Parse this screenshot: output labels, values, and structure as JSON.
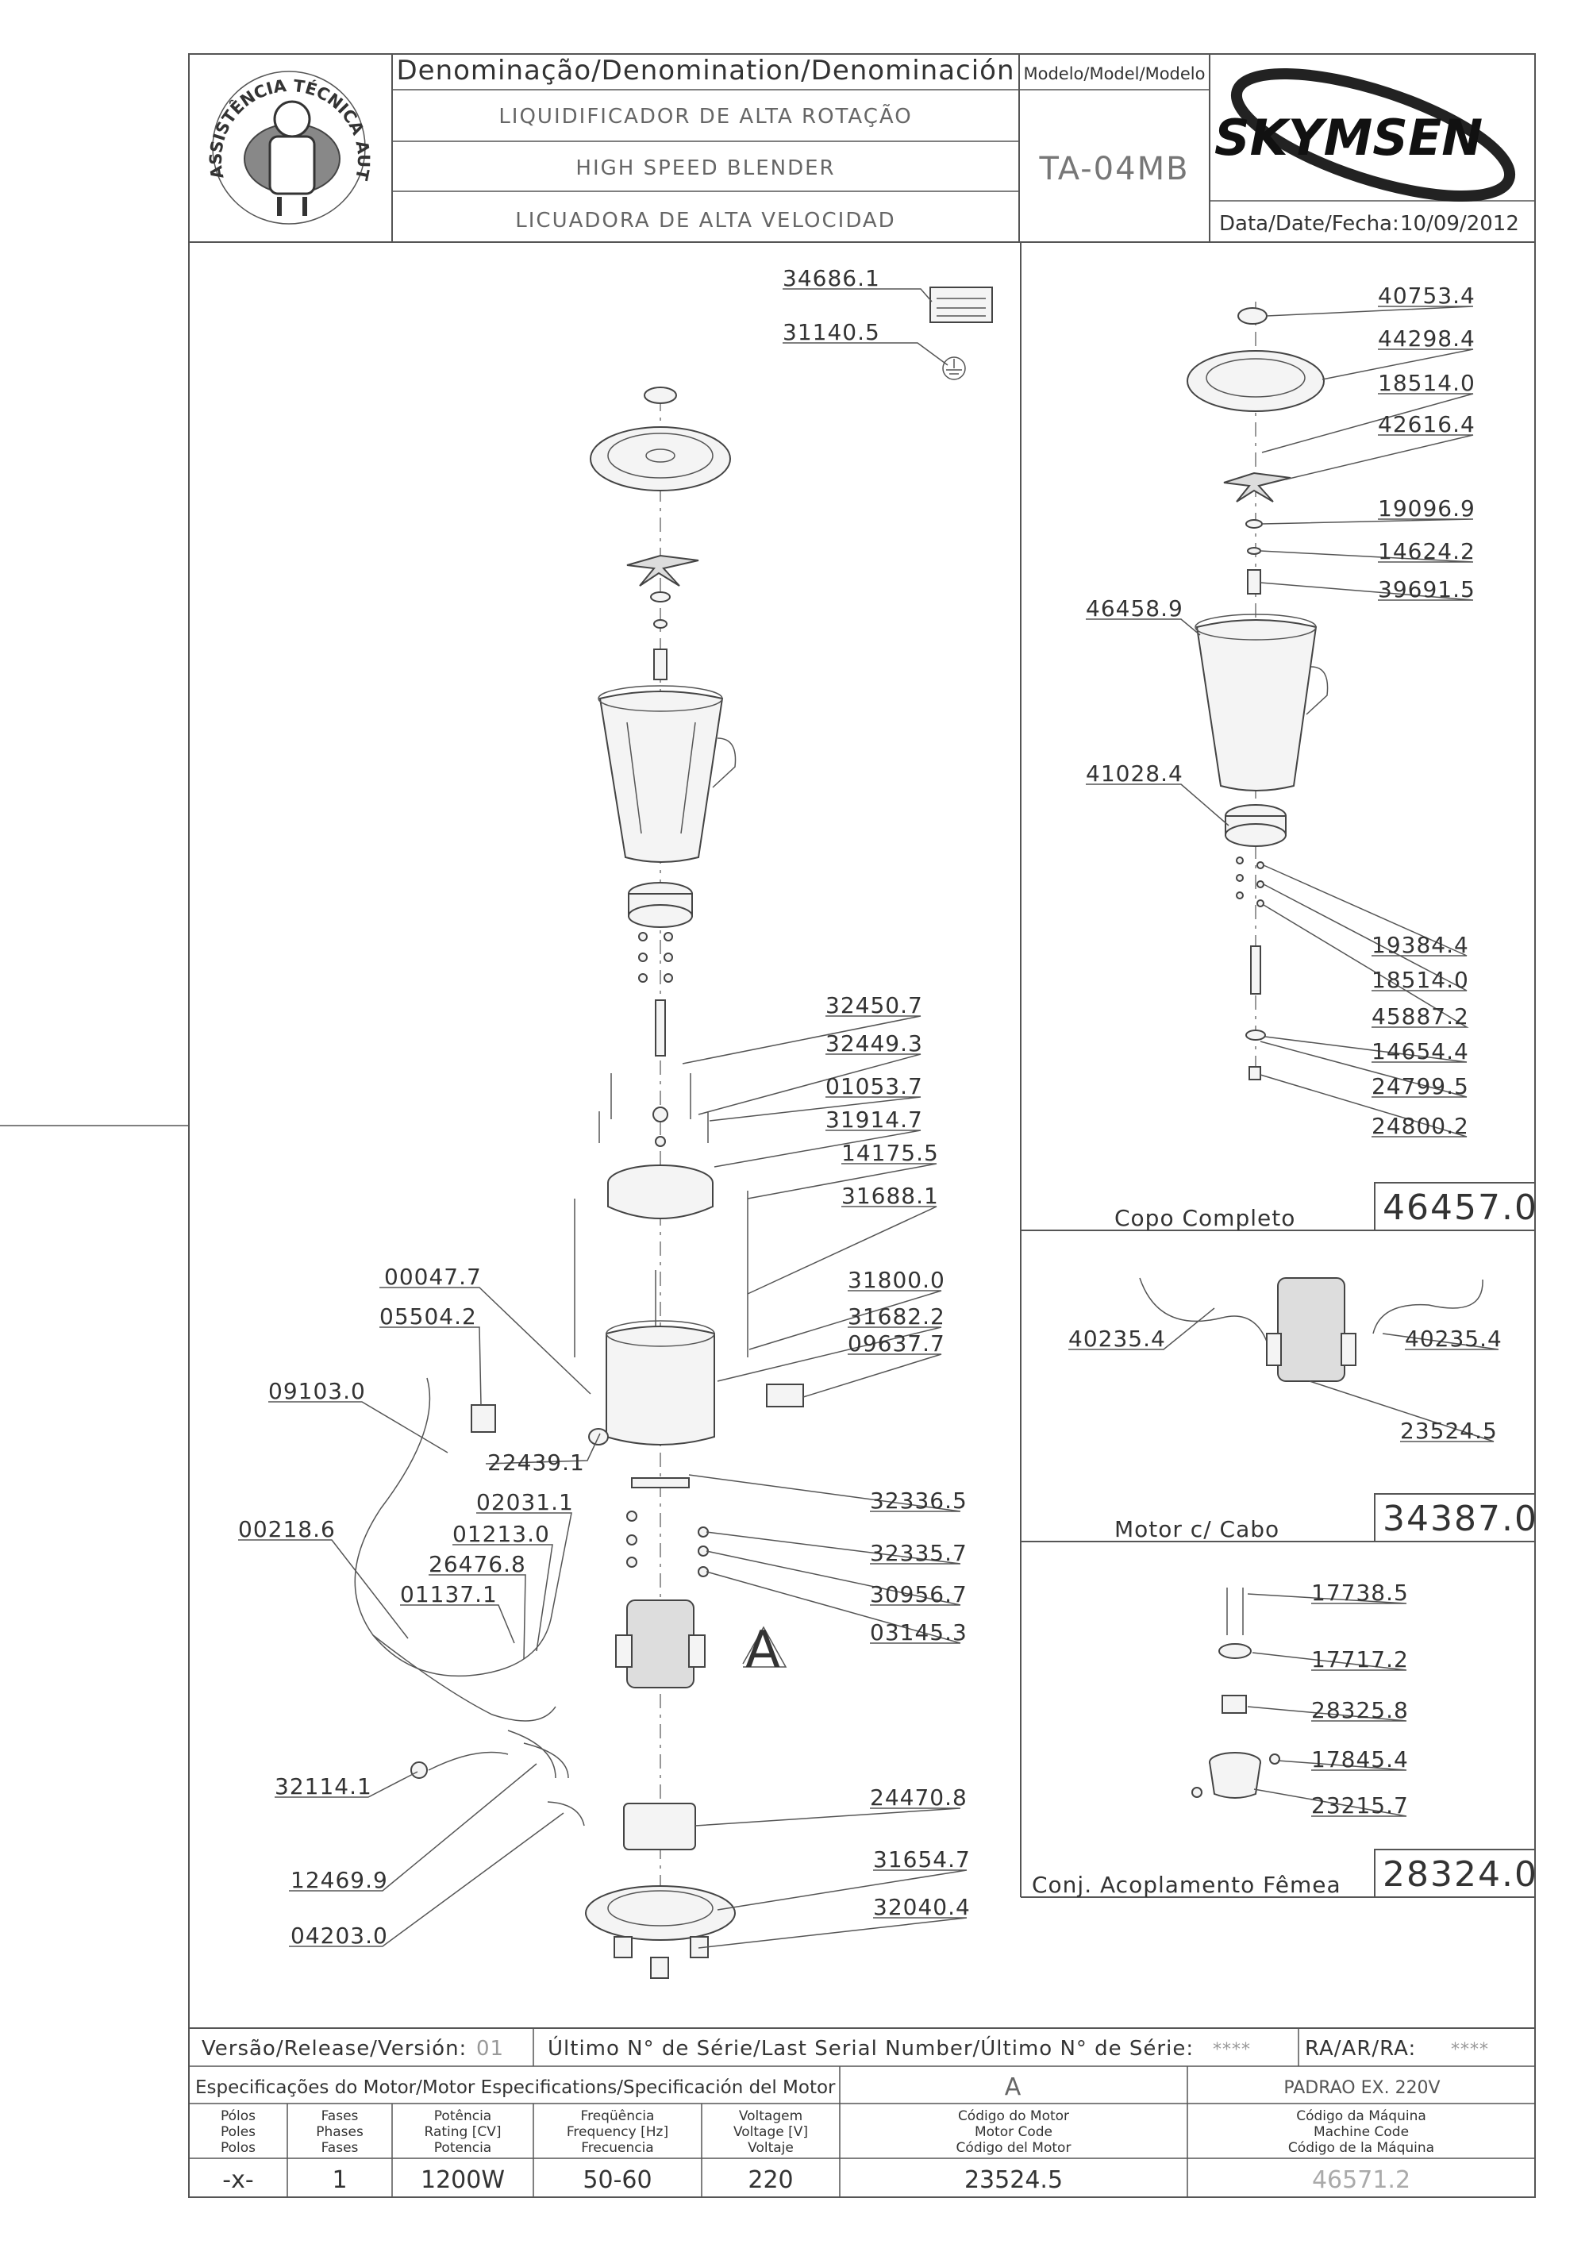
{
  "header": {
    "denomination_title": "Denominação/Denomination/Denominación",
    "name_pt": "LIQUIDIFICADOR DE ALTA ROTAÇÃO",
    "name_en": "HIGH SPEED BLENDER",
    "name_es": "LICUADORA DE ALTA VELOCIDAD",
    "model_title": "Modelo/Model/Modelo",
    "model_value": "TA-04MB",
    "date_label": "Data/Date/Fecha:",
    "date_value": "10/09/2012",
    "brand": "SKYMSEN",
    "seal_text": "ASSISTÊNCIA TÉCNICA AUTORIZADA"
  },
  "callouts": {
    "main": [
      "34686.1",
      "31140.5",
      "32450.7",
      "32449.3",
      "01053.7",
      "31914.7",
      "14175.5",
      "31688.1",
      "00047.7",
      "05504.2",
      "31800.0",
      "31682.2",
      "09637.7",
      "09103.0",
      "22439.1",
      "02031.1",
      "32336.5",
      "00218.6",
      "01213.0",
      "26476.8",
      "32335.7",
      "01137.1",
      "30956.7",
      "03145.3",
      "32114.1",
      "24470.8",
      "31654.7",
      "12469.9",
      "32040.4",
      "04203.0"
    ],
    "detail_a_marker": "A",
    "cup": [
      "40753.4",
      "44298.4",
      "18514.0",
      "42616.4",
      "19096.9",
      "14624.2",
      "39691.5",
      "46458.9",
      "41028.4",
      "19384.4",
      "18514.0",
      "45887.2",
      "14654.4",
      "24799.5",
      "24800.2"
    ],
    "motor": [
      "40235.4",
      "40235.4",
      "23524.5"
    ],
    "coupling": [
      "17738.5",
      "17717.2",
      "28325.8",
      "17845.4",
      "23215.7"
    ]
  },
  "assemblies": {
    "cup_label": "Copo Completo",
    "cup_code": "46457.0",
    "motor_label": "Motor c/ Cabo",
    "motor_code": "34387.0",
    "coupling_label": "Conj. Acoplamento Fêmea",
    "coupling_code": "28324.0"
  },
  "footer": {
    "version_label": "Versão/Release/Versión:",
    "version_value": "01",
    "serial_label": "Último N° de Série/Last Serial Number/Último N° de Série:",
    "serial_value": "****",
    "ra_label": "RA/AR/RA:",
    "ra_value": "****",
    "spec_title": "Especificações do Motor/Motor Especifications/Specificación del Motor",
    "spec_variant": "A",
    "spec_standard": "PADRAO EX. 220V",
    "columns": [
      {
        "l1": "Pólos",
        "l2": "Poles",
        "l3": "Polos",
        "value": "-x-"
      },
      {
        "l1": "Fases",
        "l2": "Phases",
        "l3": "Fases",
        "value": "1"
      },
      {
        "l1": "Potência",
        "l2": "Rating [CV]",
        "l3": "Potencia",
        "value": "1200W"
      },
      {
        "l1": "Freqüência",
        "l2": "Frequency [Hz]",
        "l3": "Frecuencia",
        "value": "50-60"
      },
      {
        "l1": "Voltagem",
        "l2": "Voltage [V]",
        "l3": "Voltaje",
        "value": "220"
      },
      {
        "l1": "Código do Motor",
        "l2": "Motor Code",
        "l3": "Código del Motor",
        "value": "23524.5"
      },
      {
        "l1": "Código da Máquina",
        "l2": "Machine Code",
        "l3": "Código de la Máquina",
        "value": "46571.2"
      }
    ]
  }
}
